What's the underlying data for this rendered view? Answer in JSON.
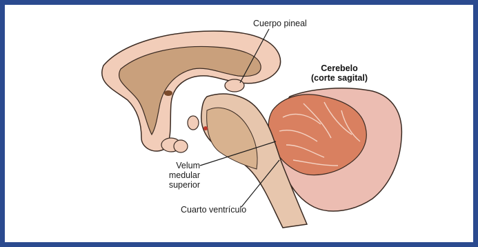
{
  "diagram": {
    "title": {
      "line1": "Cerebelo",
      "line2": "(corte sagital)"
    },
    "labels": {
      "pineal": "Cuerpo pineal",
      "velum_line1": "Velum",
      "velum_line2": "medular",
      "velum_line3": "superior",
      "fourth_ventricle": "Cuarto ventrículo"
    },
    "colors": {
      "frame": "#2b4a8f",
      "brain_outer": "#f2cdb9",
      "brain_inner": "#c9a07c",
      "cerebellum_outer": "#ecbdb2",
      "cerebellum_inner": "#d98060",
      "outline": "#3a2a22"
    }
  }
}
